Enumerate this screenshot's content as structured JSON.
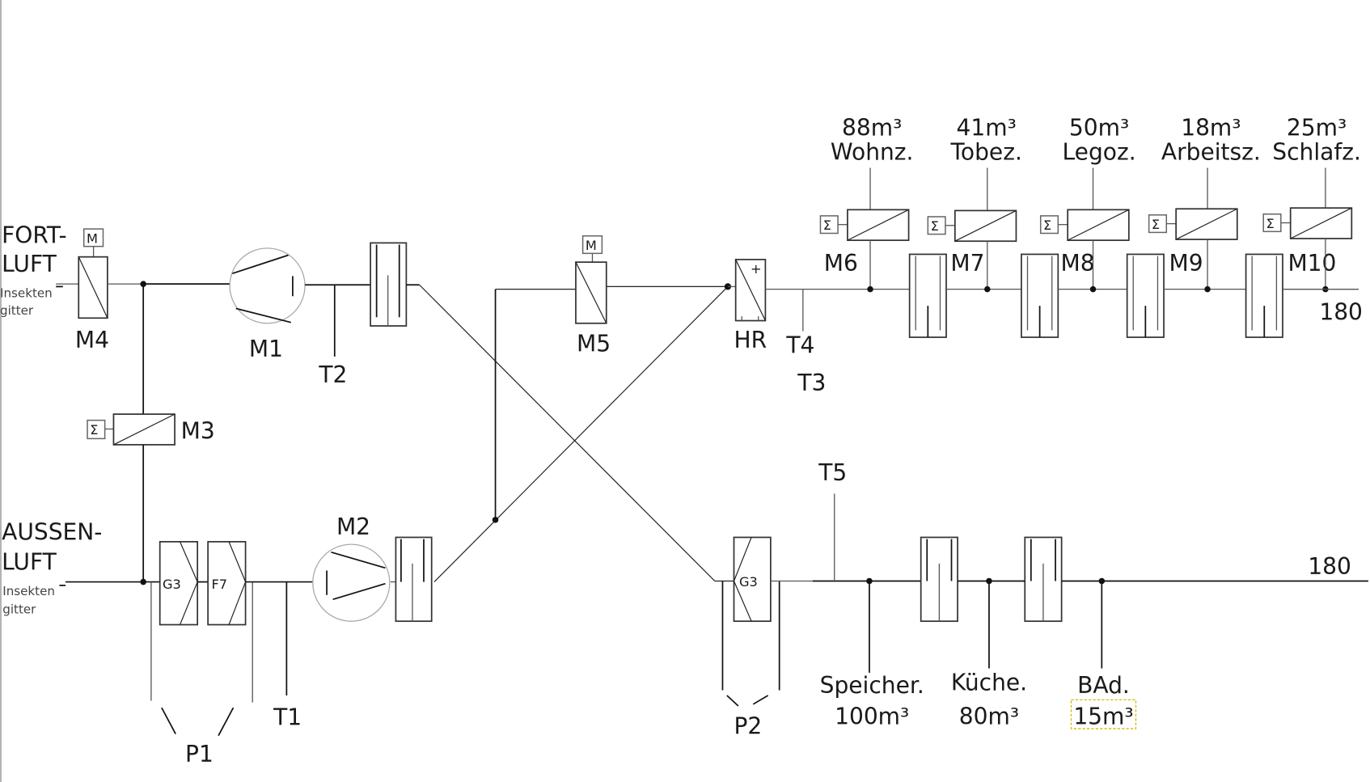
{
  "title": "Lüftungsschema",
  "outlets": {
    "fortluft": {
      "line1": "FORT-",
      "line2": "LUFT",
      "grid_line1": "Insekten",
      "grid_line2": "gitter"
    },
    "aussenluft": {
      "line1": "AUSSEN-",
      "line2": "LUFT",
      "grid_line1": "Insekten",
      "grid_line2": "gitter"
    }
  },
  "components": {
    "M1": "M1",
    "M2": "M2",
    "M3": "M3",
    "M4": "M4",
    "M5": "M5",
    "M6": "M6",
    "M7": "M7",
    "M8": "M8",
    "M9": "M9",
    "M10": "M10",
    "HR": "HR",
    "P1": "P1",
    "P2": "P2",
    "T1": "T1",
    "T2": "T2",
    "T3": "T3",
    "T4": "T4",
    "T5": "T5"
  },
  "actuator_glyphs": {
    "motor": "M",
    "sum": "Σ",
    "heater_plus": "+"
  },
  "filters": {
    "g3_supply": "G3",
    "f7_supply": "F7",
    "g3_extract": "G3"
  },
  "supply_rooms": [
    {
      "volume": "88m³",
      "name": "Wohnz.",
      "damper": "M6"
    },
    {
      "volume": "41m³",
      "name": "Tobez.",
      "damper": "M7"
    },
    {
      "volume": "50m³",
      "name": "Legoz.",
      "damper": "M8"
    },
    {
      "volume": "18m³",
      "name": "Arbeitsz.",
      "damper": "M9"
    },
    {
      "volume": "25m³",
      "name": "Schlafz.",
      "damper": "M10"
    }
  ],
  "extract_rooms": [
    {
      "name": "Speicher.",
      "volume": "100m³"
    },
    {
      "name": "Küche.",
      "volume": "80m³"
    },
    {
      "name": "BAd.",
      "volume": "15m³"
    }
  ],
  "duct_sizes": {
    "supply_end": "180",
    "extract_end": "180"
  }
}
